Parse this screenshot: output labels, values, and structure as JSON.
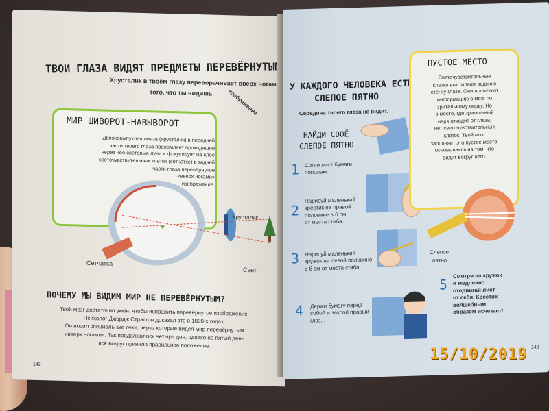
{
  "left_page": {
    "title": "Твои глаза видят предметы перевёрнутыми",
    "subtitle_line1": "Хрусталик в твоём глазу переворачивает вверх ногами",
    "subtitle_line2": "того, что ты видишь.",
    "subtitle_line3": "изображение",
    "box_title": "Мир шиворот-навыворот",
    "box_text": [
      "Двояковыпуклая линза (хрусталик) в передней",
      "части твоего глаза преломляет проходящие",
      "через неё световые лучи и фокусирует на слое",
      "светочувствительных клеток (сетчатке) в задней",
      "части глаза перевёрнутое",
      "«вверх ногами»",
      "изображение."
    ],
    "label_lens": "Хрусталик",
    "label_retina": "Сетчатка",
    "label_light": "Свет",
    "question": "Почему мы видим мир не перевёрнутым?",
    "answer": [
      "Твой мозг достаточно умён, чтобы исправить перевёрнутое изображение.",
      "Психолог Джордж Стрэттон доказал это в 1890-х годах.",
      "Он носил специальные очки, через которые видел мир перевёрнутым",
      "«вверх ногами». Так продолжалось четыре дня, однако на пятый день",
      "всё вокруг приняло правильное положение."
    ],
    "page_number": "142"
  },
  "right_page": {
    "title_line1": "У каждого человека есть",
    "title_line2": "слепое пятно",
    "subtitle": "Середина твоего глаза не видит.",
    "find_title_line1": "Найди своё",
    "find_title_line2": "слепое пятно",
    "steps": [
      {
        "num": "1",
        "lines": [
          "Согни лист бумаги",
          "пополам."
        ]
      },
      {
        "num": "2",
        "lines": [
          "Нарисуй маленький",
          "крестик на правой",
          "половине в 6 см",
          "от места сгиба."
        ]
      },
      {
        "num": "3",
        "lines": [
          "Нарисуй маленький",
          "кружок на левой половине",
          "в 6 см от места сгиба."
        ]
      },
      {
        "num": "4",
        "lines": [
          "Держи бумагу перед",
          "собой и закрой правый",
          "глаз..."
        ]
      },
      {
        "num": "5",
        "lines": [
          "Смотри на кружок",
          "и медленно",
          "отодвигай лист",
          "от себя. Крестик",
          "волшебным",
          "образом исчезает!"
        ]
      }
    ],
    "box_title": "Пустое место",
    "box_text": [
      "Светочувствительные",
      "клетки выстилают заднюю",
      "стенку глаза. Они посылают",
      "информацию в мозг по",
      "зрительному нерву. Но",
      "в месте, где зрительный",
      "нерв отходит от глаза,",
      "нет светочувствительных",
      "клеток. Твой мозг",
      "заполняет это пустое место,",
      "основываясь на том, что",
      "видит вокруг него."
    ],
    "label_blind_spot_line1": "Слепое",
    "label_blind_spot_line2": "пятно",
    "page_number": "143"
  },
  "date_stamp": "15/10/2019",
  "colors": {
    "green_box": "#8cc63e",
    "yellow_box": "#f0d348",
    "step_blue": "#2f6fb0",
    "stamp_orange": "#f2a521"
  }
}
